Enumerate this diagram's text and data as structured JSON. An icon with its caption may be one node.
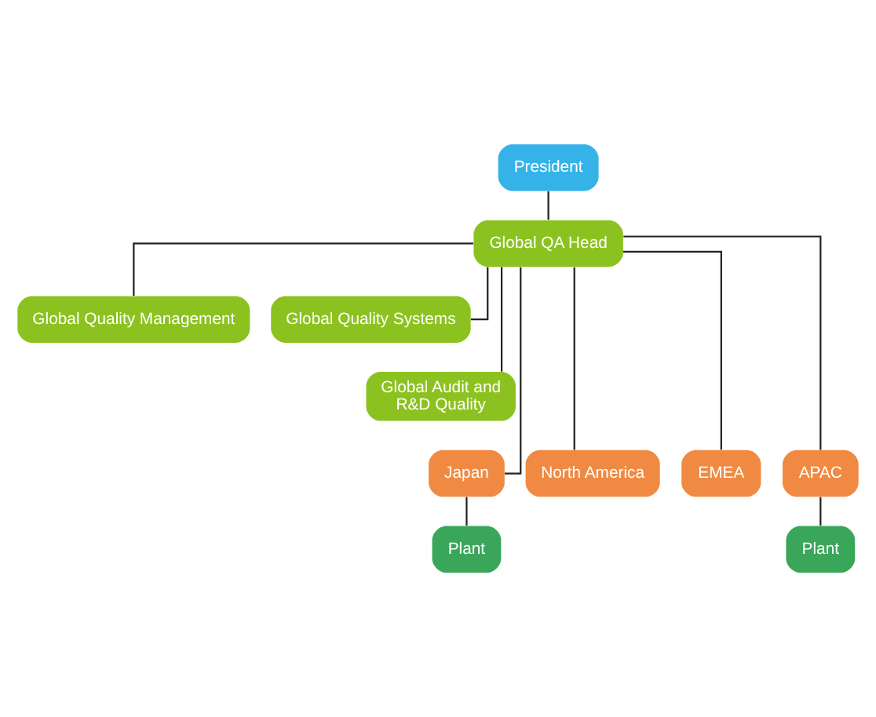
{
  "diagram": {
    "nodes": [
      {
        "text": [
          "President"
        ]
      },
      {
        "text": [
          "Global QA Head"
        ]
      },
      {
        "text": [
          "Global Quality Management"
        ]
      },
      {
        "text": [
          "Global Quality Systems"
        ]
      },
      {
        "text": [
          "Global Audit and R&D Quality"
        ]
      },
      {
        "text": [
          "Japan"
        ]
      },
      {
        "text": [
          "North America"
        ]
      },
      {
        "text": [
          "EMEA"
        ]
      },
      {
        "text": [
          "APAC"
        ]
      },
      {
        "text": [
          "Plant"
        ]
      },
      {
        "text": [
          "Plant"
        ]
      }
    ],
    "edges": [
      {
        "from": 0,
        "to": 1,
        "arrow": "none"
      },
      {
        "from": 1,
        "to": 2,
        "arrow": "none"
      },
      {
        "from": 1,
        "to": 3,
        "arrow": "none"
      },
      {
        "from": 1,
        "to": 4,
        "arrow": "none"
      },
      {
        "from": 1,
        "to": 5,
        "arrow": "none"
      },
      {
        "from": 1,
        "to": 6,
        "arrow": "none"
      },
      {
        "from": 1,
        "to": 7,
        "arrow": "none"
      },
      {
        "from": 1,
        "to": 8,
        "arrow": "none"
      },
      {
        "from": 5,
        "to": 9,
        "arrow": "none"
      },
      {
        "from": 8,
        "to": 10,
        "arrow": "none"
      }
    ]
  }
}
